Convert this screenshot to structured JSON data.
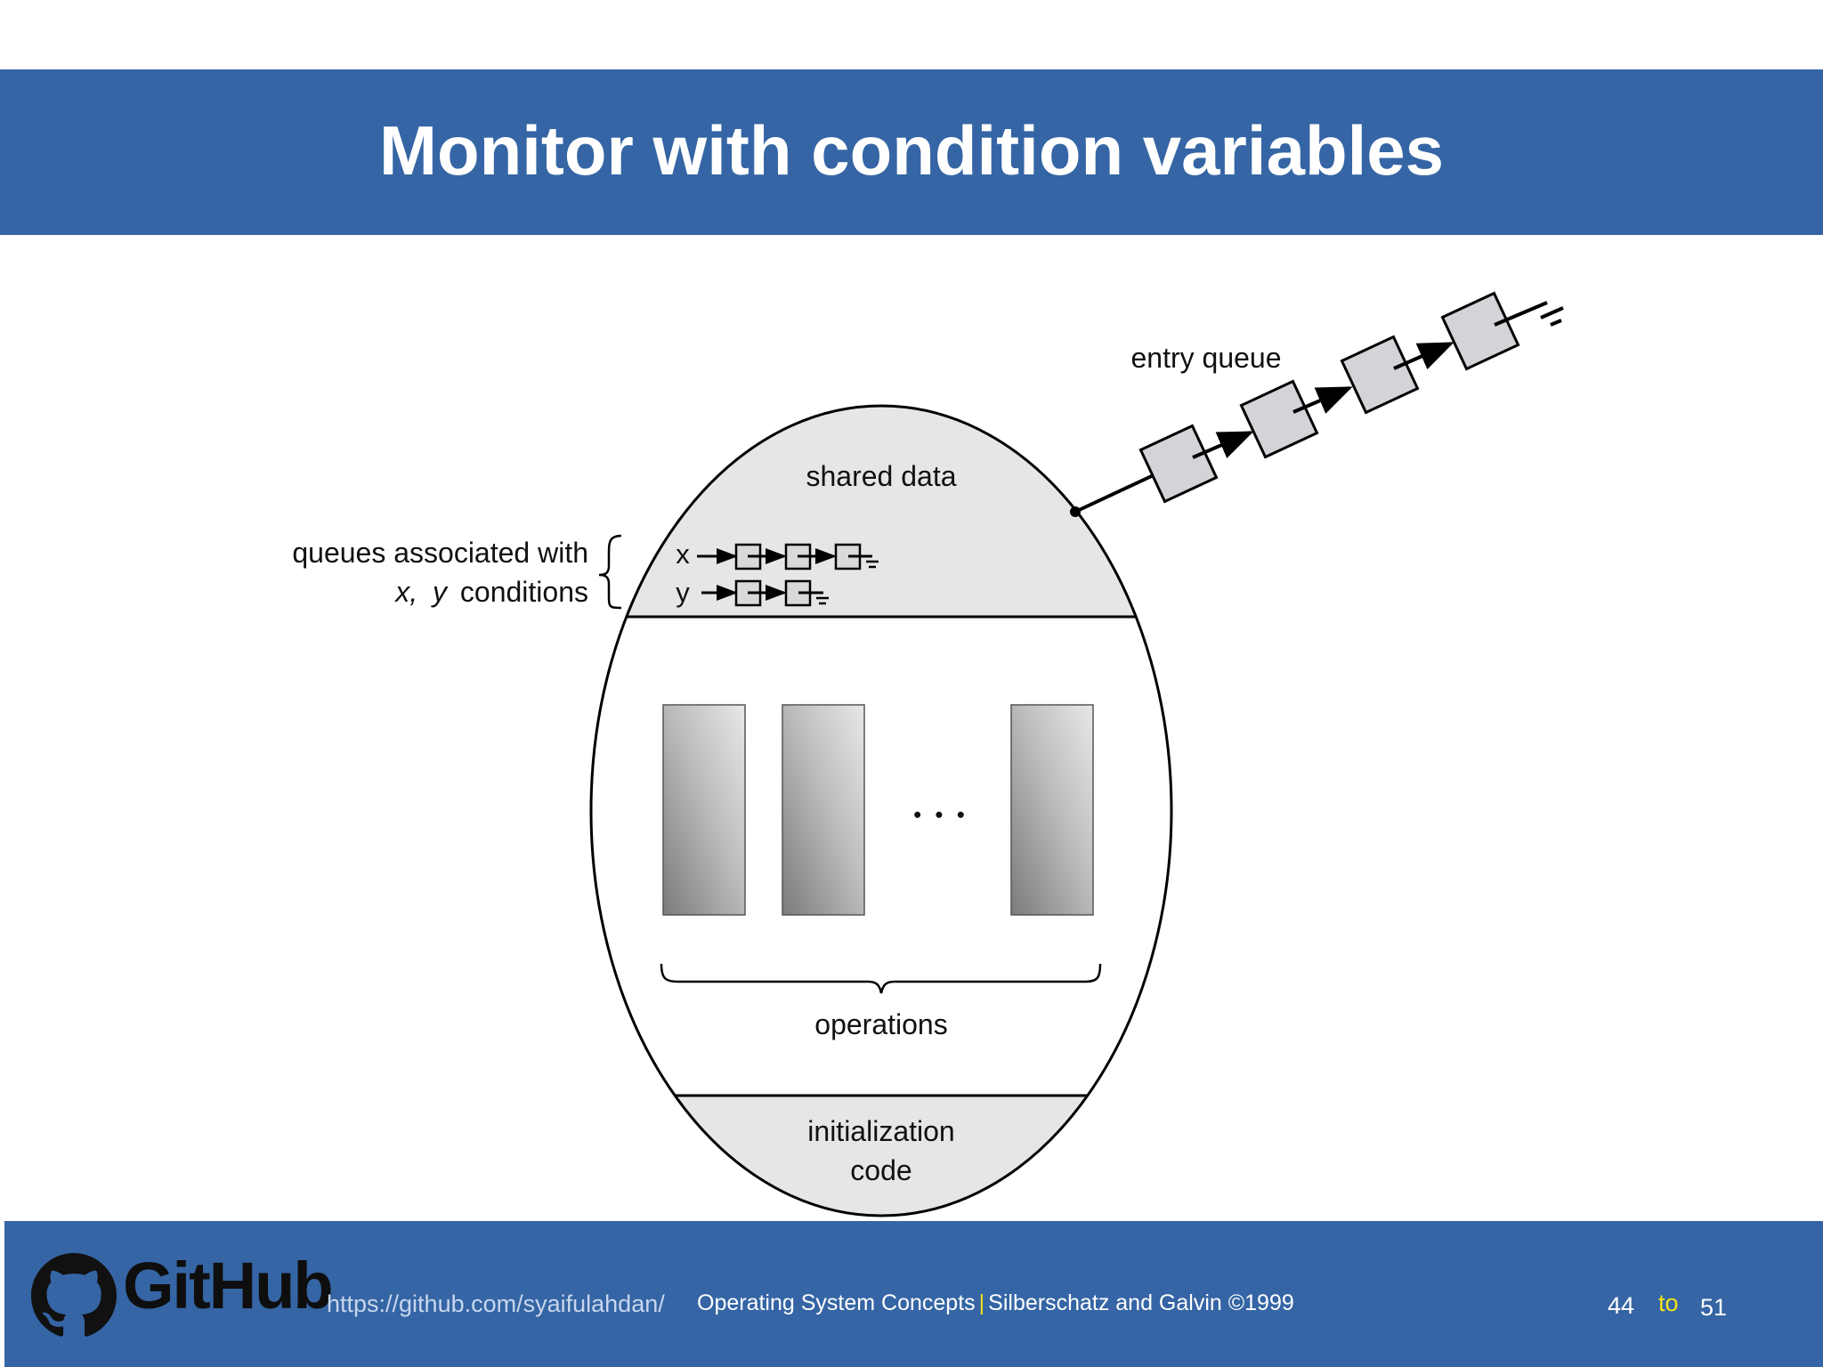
{
  "slide": {
    "title": "Monitor with condition variables"
  },
  "diagram": {
    "entry_queue_label": "entry queue",
    "shared_data_label": "shared data",
    "queues_label_line1": "queues associated with",
    "queues_label_x": "x,",
    "queues_label_y": "y",
    "queues_label_line2_rest": "conditions",
    "condition_x": "x",
    "condition_y": "y",
    "ellipsis": "• • •",
    "operations_label": "operations",
    "init_label_line1": "initialization",
    "init_label_line2": "code"
  },
  "footer": {
    "logo_text": "GitHub",
    "url": "https://github.com/syaifulahdan/",
    "book": "Operating System Concepts",
    "separator": "|",
    "authors": "Silberschatz and Galvin ©1999",
    "page_current": "44",
    "page_to": "to",
    "page_total": "51"
  },
  "colors": {
    "banner": "#3565a4",
    "accent_yellow": "#f3e11c",
    "url_text": "#c8d6ee",
    "region_fill": "#e6e5e8"
  }
}
